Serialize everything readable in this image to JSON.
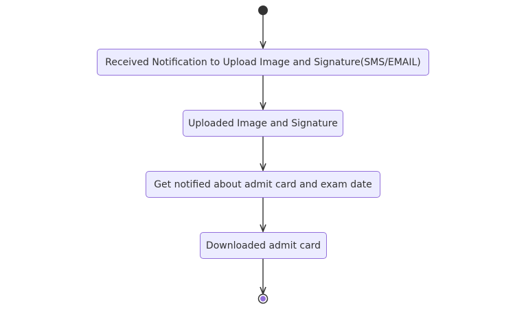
{
  "diagram": {
    "type": "state",
    "states": [
      {
        "label": "Received Notification to Upload Image and Signature(SMS/EMAIL)"
      },
      {
        "label": "Uploaded Image and Signature"
      },
      {
        "label": "Get notified about admit card and exam date"
      },
      {
        "label": "Downloaded admit card"
      }
    ],
    "colors": {
      "node_fill": "#ECECFF",
      "node_border": "#9370DB",
      "edge": "#333333",
      "start": "#333333",
      "end_inner": "#9370DB",
      "end_ring": "#333333"
    }
  }
}
